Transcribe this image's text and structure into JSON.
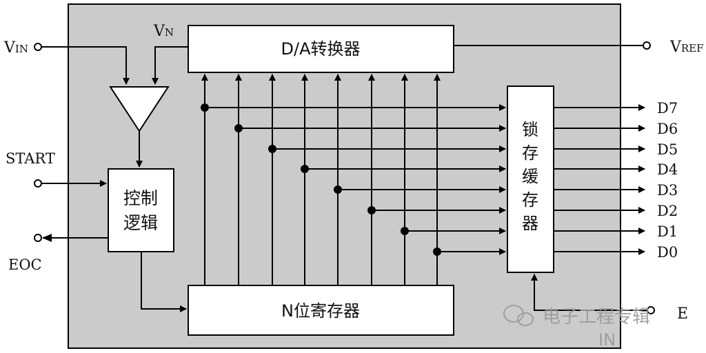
{
  "pins": {
    "vin_main": "V",
    "vin_sub": "IN",
    "vn_main": "V",
    "vn_sub": "N",
    "vref_main": "V",
    "vref_sub": "REF",
    "start": "START",
    "eoc": "EOC",
    "oe_partial": "E"
  },
  "blocks": {
    "dac": "D/A转换器",
    "control_line1": "控制",
    "control_line2": "逻辑",
    "register": "N位寄存器",
    "latch_chars": [
      "锁",
      "存",
      "缓",
      "存",
      "器"
    ]
  },
  "outputs": [
    "D7",
    "D6",
    "D5",
    "D4",
    "D3",
    "D2",
    "D1",
    "D0"
  ],
  "watermark": {
    "text": "电子工程专辑",
    "logo_letters": "IN",
    "icon": "wechat-icon"
  },
  "colors": {
    "chip_fill": "#cbcbcb",
    "block_fill": "#ffffff",
    "line": "#000000",
    "watermark": "#9a9a9a"
  }
}
